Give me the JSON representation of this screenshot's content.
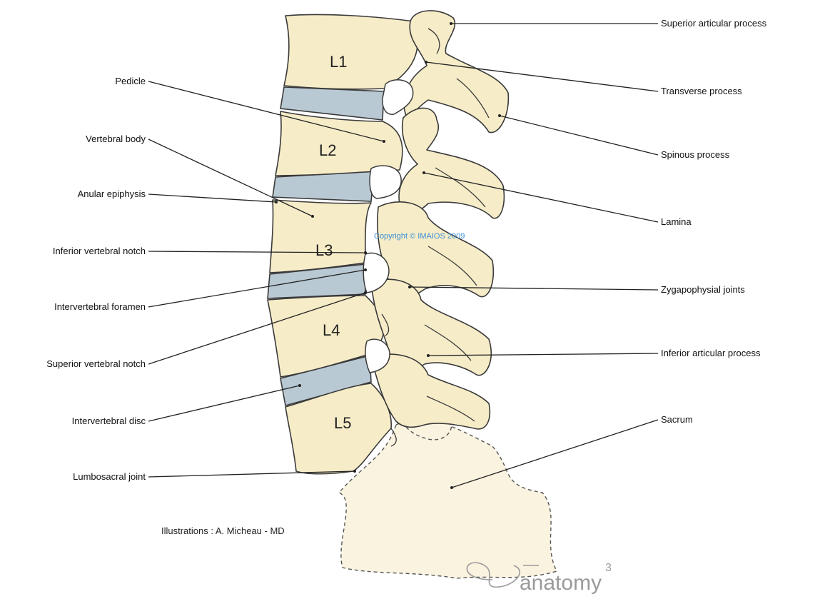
{
  "vertebrae": {
    "l1": "L1",
    "l2": "L2",
    "l3": "L3",
    "l4": "L4",
    "l5": "L5"
  },
  "labels_left": {
    "pedicle": "Pedicle",
    "vertebral_body": "Vertebral body",
    "anular_epiphysis": "Anular epiphysis",
    "inferior_vertebral_notch": "Inferior vertebral notch",
    "intervertebral_foramen": "Intervertebral foramen",
    "superior_vertebral_notch": "Superior vertebral notch",
    "intervertebral_disc": "Intervertebral disc",
    "lumbosacral_joint": "Lumbosacral joint"
  },
  "labels_right": {
    "superior_articular_process": "Superior articular process",
    "transverse_process": "Transverse process",
    "spinous_process": "Spinous process",
    "lamina": "Lamina",
    "zygapophysial_joints": "Zygapophysial joints",
    "inferior_articular_process": "Inferior articular process",
    "sacrum": "Sacrum"
  },
  "copyright": "Copyright © IMAIOS 2009",
  "credit": "Illustrations : A. Micheau - MD",
  "brand": {
    "name": "anatomy",
    "superscript": "3"
  },
  "colors": {
    "bone": "#f6ecc8",
    "disc": "#b9c9d4",
    "copyright": "#3b8fd6"
  }
}
